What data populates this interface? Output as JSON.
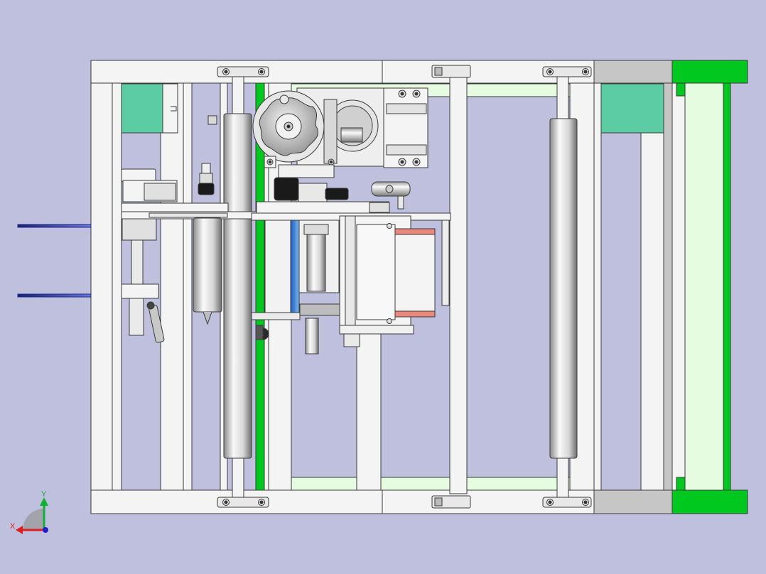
{
  "viewport": {
    "background": "#bec0de",
    "view": "front"
  },
  "colors": {
    "frame_fill": "#f4f4f4",
    "frame_stroke": "#3a3a3a",
    "green_bright": "#00c81e",
    "green_pale": "#e6fce0",
    "teal_block": "#5ccca4",
    "gray_block": "#c6c6c6",
    "cylinder_light": "#fafafa",
    "cylinder_dark": "#8a8a8a",
    "rod_blue": "#1e2a8c",
    "salmon": "#e9877b",
    "blue_strip": "#2d7bd6",
    "black_part": "#1a1a1a"
  },
  "triad": {
    "x_label": "X",
    "y_label": "Y",
    "x_color": "#e02020",
    "y_color": "#10b030",
    "z_color": "#2020d0",
    "icon": "coordinate-triad-icon"
  }
}
